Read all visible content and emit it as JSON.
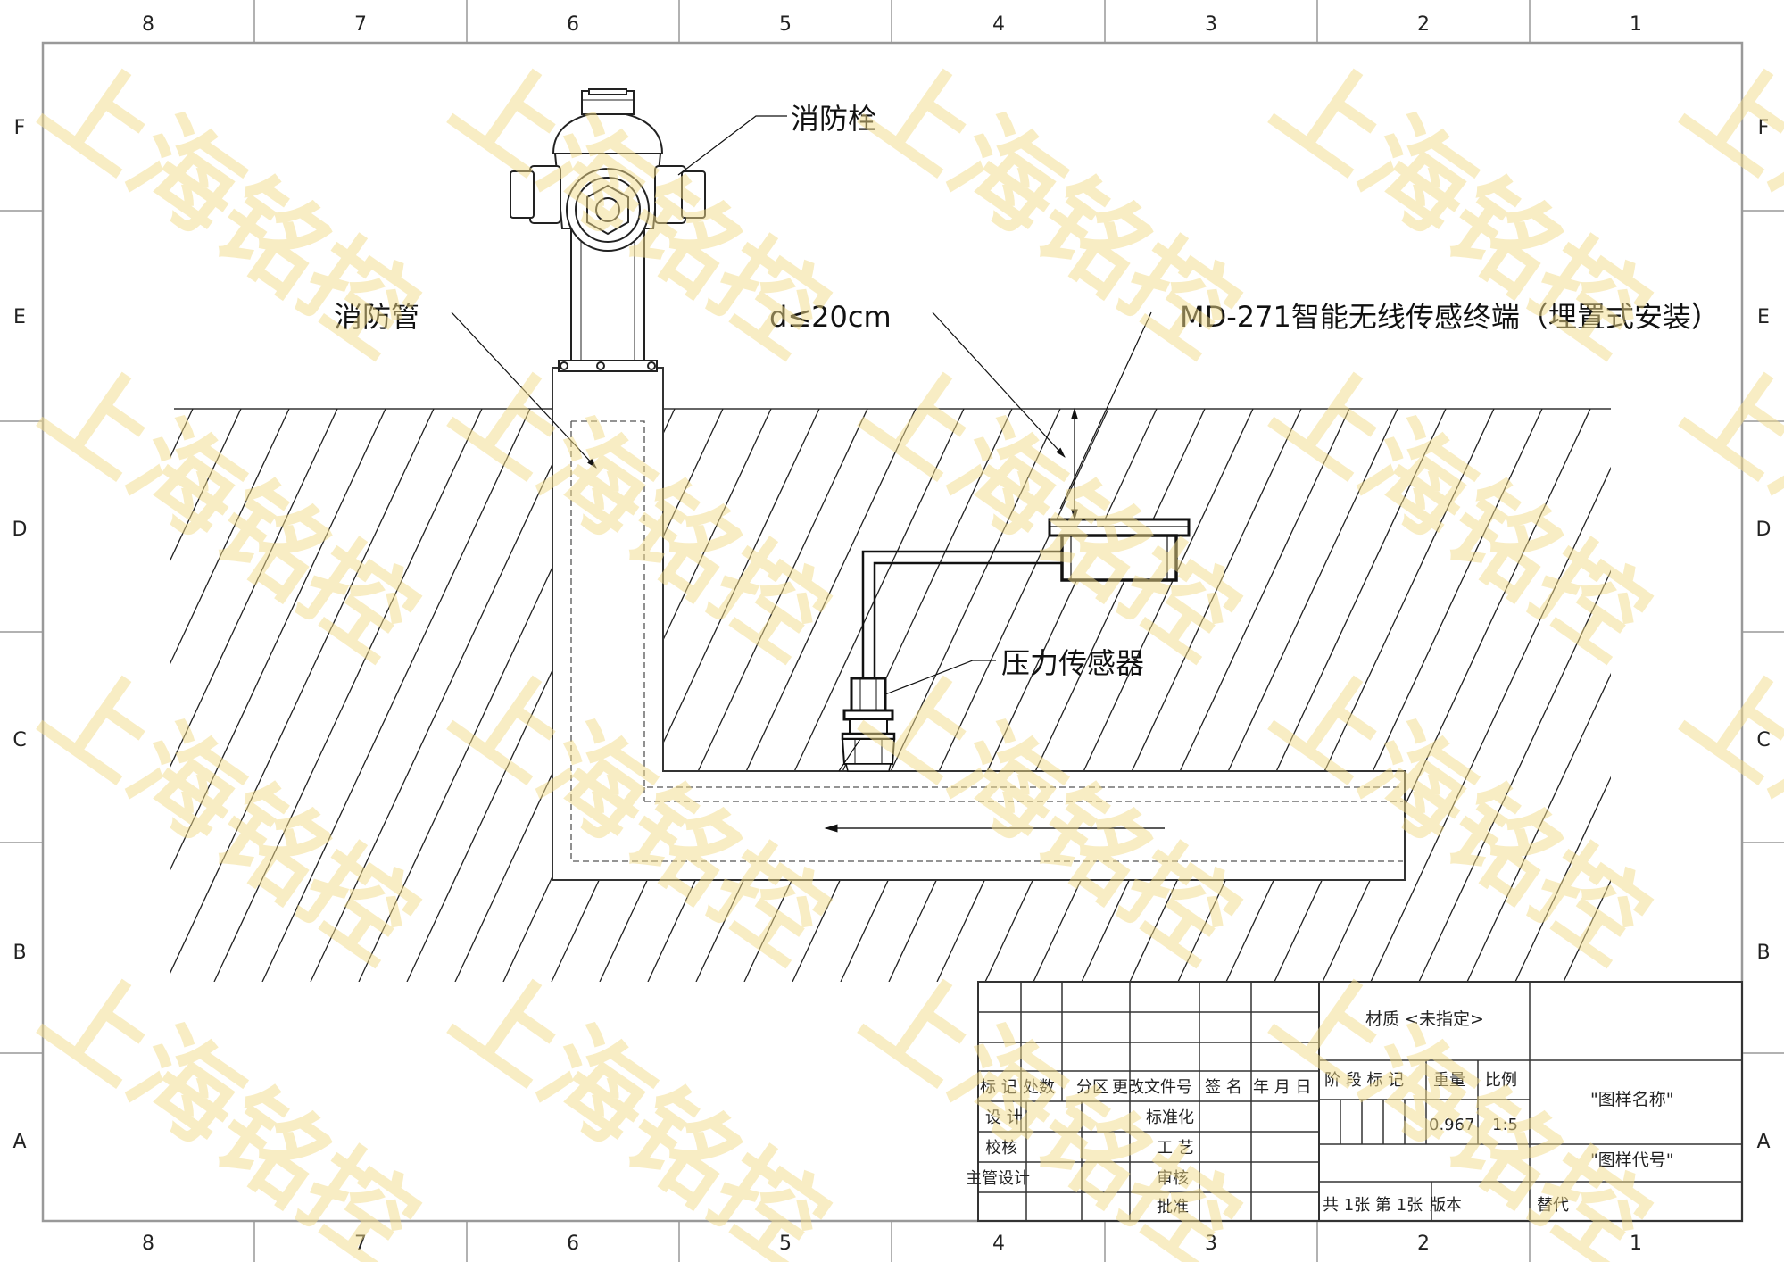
{
  "frame": {
    "columns": [
      "8",
      "7",
      "6",
      "5",
      "4",
      "3",
      "2",
      "1"
    ],
    "rows": [
      "F",
      "E",
      "D",
      "C",
      "B",
      "A"
    ]
  },
  "labels": {
    "hydrant": "消防栓",
    "pipe": "消防管",
    "distance": "d≤20cm",
    "terminal": "MD-271智能无线传感终端（埋置式安装）",
    "pressure_sensor": "压力传感器"
  },
  "watermark": "上海铭控",
  "title_block": {
    "material": "材质 <未指定>",
    "rev_headers": [
      "标 记",
      "处数",
      "分区",
      "更改文件号",
      "签 名",
      "年 月 日"
    ],
    "design": "设 计",
    "check": "校核",
    "lead_design": "主管设计",
    "standardize": "标准化",
    "process": "工 艺",
    "review": "审核",
    "approve": "批准",
    "stage_mark": "阶 段 标 记",
    "weight_label": "重量",
    "scale_label": "比例",
    "weight_value": "0.967",
    "scale_value": "1:5",
    "drawing_name": "\"图样名称\"",
    "drawing_code": "\"图样代号\"",
    "sheets": "共 1张  第 1张",
    "version": "版本",
    "replace": "替代"
  }
}
